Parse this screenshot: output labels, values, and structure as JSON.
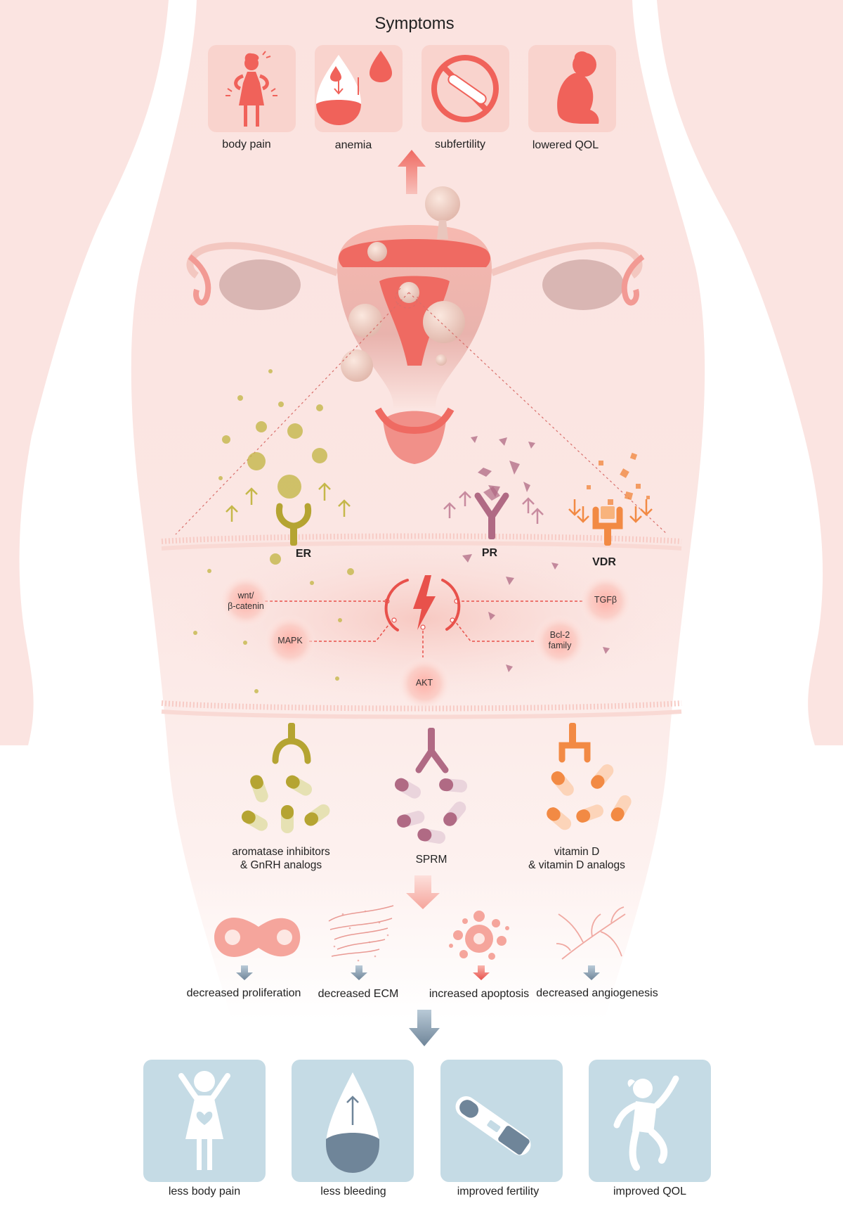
{
  "title": "Symptoms",
  "symptoms": [
    {
      "label": "body pain",
      "icon": "woman-pain-icon"
    },
    {
      "label": "anemia",
      "icon": "blood-drop-icon"
    },
    {
      "label": "subfertility",
      "icon": "no-pregnancy-test-icon"
    },
    {
      "label": "lowered QOL",
      "icon": "sad-woman-icon"
    }
  ],
  "receptors": {
    "er": "ER",
    "pr": "PR",
    "vdr": "VDR"
  },
  "pathways": {
    "wnt": "wnt/\nβ-catenin",
    "mapk": "MAPK",
    "akt": "AKT",
    "tgfb": "TGFβ",
    "bcl2": "Bcl-2\nfamily"
  },
  "drugs": {
    "aromatase": "aromatase inhibitors\n& GnRH analogs",
    "sprm": "SPRM",
    "vitd": "vitamin D\n& vitamin D analogs"
  },
  "effects": [
    {
      "label": "decreased proliferation",
      "icon": "proliferation-cell-icon"
    },
    {
      "label": "decreased ECM",
      "icon": "ecm-fibers-icon"
    },
    {
      "label": "increased apoptosis",
      "icon": "apoptosis-cell-icon"
    },
    {
      "label": "decreased angiogenesis",
      "icon": "blood-vessels-icon"
    }
  ],
  "outcomes": [
    {
      "label": "less body pain",
      "icon": "happy-woman-icon"
    },
    {
      "label": "less bleeding",
      "icon": "blood-drop-icon"
    },
    {
      "label": "improved fertility",
      "icon": "pregnancy-test-icon"
    },
    {
      "label": "improved QOL",
      "icon": "jumping-woman-icon"
    }
  ],
  "colors": {
    "body": "#fbe6e4",
    "symptom_tile": "#f9d3cd",
    "symptom_icon": "#f0625a",
    "outcome_tile": "#c5dbe5",
    "outcome_icon": "#ffffff",
    "er": "#b5a432",
    "pr": "#b06a84",
    "vdr": "#f28a44",
    "pathway": "#e8514b"
  }
}
